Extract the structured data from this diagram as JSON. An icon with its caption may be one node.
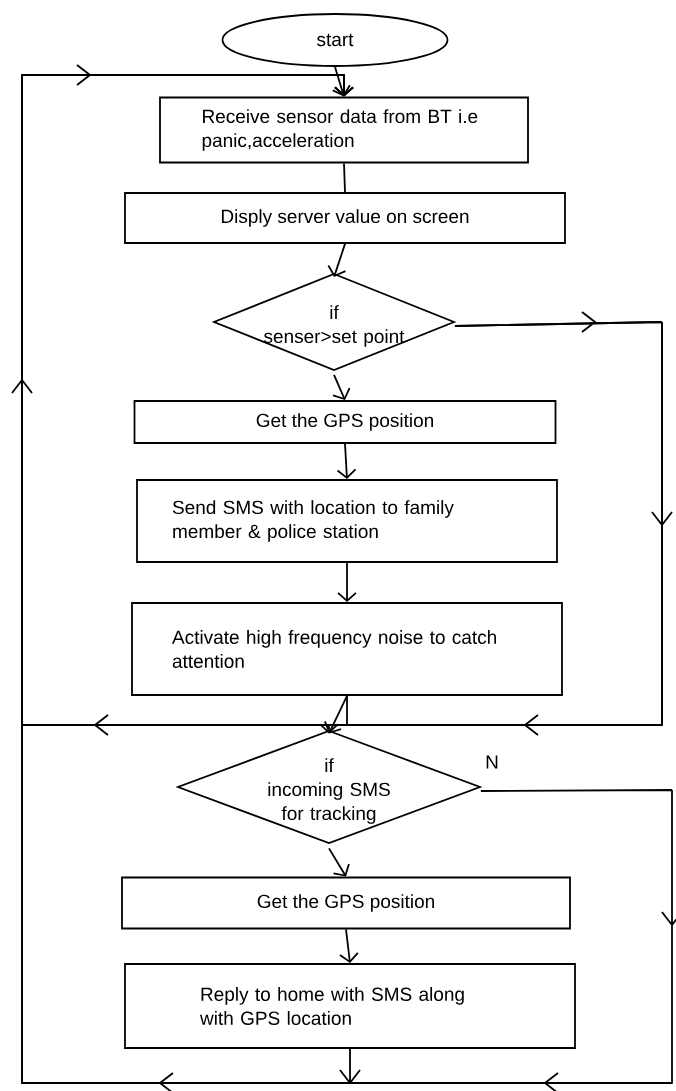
{
  "diagram": {
    "nodes": [
      {
        "text": [
          "start"
        ]
      },
      {
        "text": [
          "Receive sensor data from BT i.e panic,acceleration"
        ]
      },
      {
        "text": [
          "Disply server value on screen"
        ]
      },
      {
        "text": [
          "if",
          "senser>set point"
        ]
      },
      {
        "text": [
          "Get the GPS position"
        ]
      },
      {
        "text": [
          "Send SMS with location to family member & police station"
        ]
      },
      {
        "text": [
          "Activate high frequency noise to catch attention"
        ]
      },
      {
        "text": [
          "if",
          "incoming SMS for tracking"
        ]
      },
      {
        "text": [
          "Get the GPS position"
        ]
      },
      {
        "text": [
          "Reply to home with SMS along with GPS location"
        ]
      }
    ],
    "edges": [
      {
        "from": 0,
        "to": 1,
        "arrow": "to"
      },
      {
        "from": 1,
        "to": 2,
        "arrow": "none"
      },
      {
        "from": 2,
        "to": 3,
        "arrow": "to"
      },
      {
        "from": 3,
        "to": 4,
        "arrow": "to"
      },
      {
        "from": 4,
        "to": 5,
        "arrow": "to"
      },
      {
        "from": 5,
        "to": 6,
        "arrow": "to"
      },
      {
        "from": 6,
        "to": 7,
        "arrow": "to"
      },
      {
        "from": 3,
        "to": 7,
        "arrow": "to"
      },
      {
        "from": 6,
        "to": 1,
        "arrow": "to"
      },
      {
        "from": 3,
        "to": 1,
        "arrow": "to"
      },
      {
        "from": 7,
        "to": 1,
        "arrow": "to",
        "label": "N"
      },
      {
        "from": 8,
        "to": 9,
        "arrow": "to"
      },
      {
        "from": 9,
        "to": 1,
        "arrow": "to"
      },
      {
        "from": 7,
        "to": 8,
        "arrow": "to"
      }
    ]
  }
}
